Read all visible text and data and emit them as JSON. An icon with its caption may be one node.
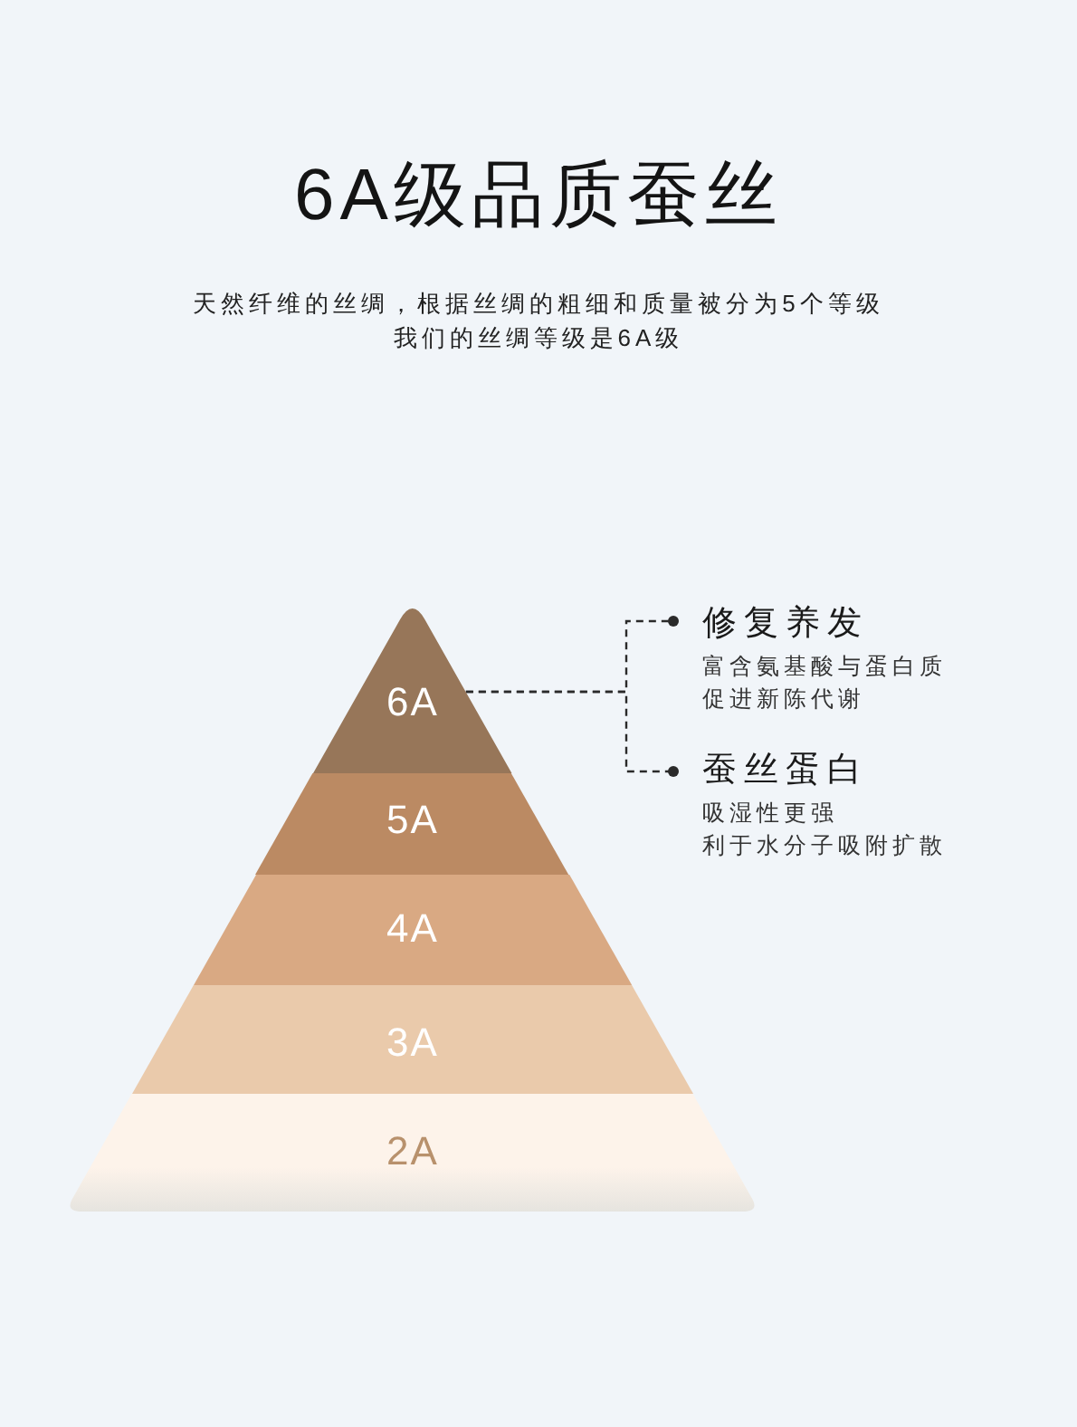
{
  "diagram": {
    "title": "6A级品质蚕丝",
    "nodes": [
      {
        "text": [
          "6A"
        ]
      },
      {
        "text": [
          "5A"
        ]
      },
      {
        "text": [
          "4A"
        ]
      },
      {
        "text": [
          "3A"
        ]
      },
      {
        "text": [
          "2A"
        ]
      },
      {
        "text": [
          "修复养发",
          "富含氨基酸与蛋白质",
          "促进新陈代谢"
        ]
      },
      {
        "text": [
          "蚕丝蛋白",
          "吸湿性更强",
          "利于水分子吸附扩散"
        ]
      }
    ],
    "edges": [
      {
        "from": 0,
        "to": 5,
        "arrow": "other",
        "style": "dashed"
      },
      {
        "from": 0,
        "to": 6,
        "arrow": "other",
        "style": "dashed"
      }
    ],
    "labels": [
      "天然纤维的丝绸，根据丝绸的粗细和质量被分为5个等级",
      "我们的丝绸等级是6A级"
    ]
  }
}
